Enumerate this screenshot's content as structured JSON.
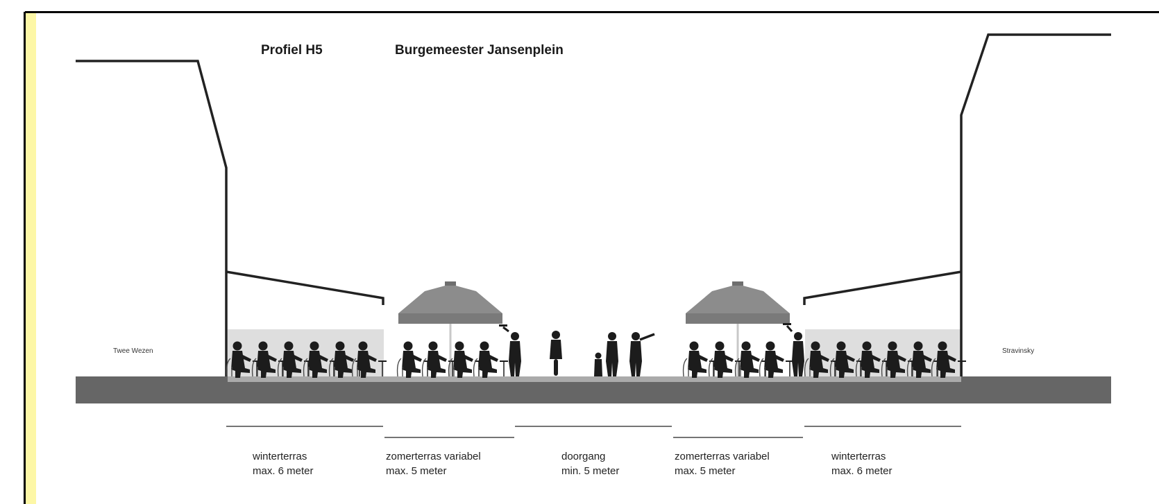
{
  "title": {
    "profile": "Profiel H5",
    "location": "Burgemeester Jansenplein"
  },
  "buildings": {
    "left": "Twee Wezen",
    "right": "Stravinsky"
  },
  "zones": [
    {
      "name": "winterterras",
      "size": "max. 6 meter"
    },
    {
      "name": "zomerterras variabel",
      "size": "max. 5 meter"
    },
    {
      "name": "doorgang",
      "size": "min. 5 meter"
    },
    {
      "name": "zomerterras variabel",
      "size": "max. 5 meter"
    },
    {
      "name": "winterterras",
      "size": "max. 6 meter"
    }
  ],
  "colors": {
    "frame": "#000000",
    "left_margin": "#fdf7a6",
    "ground": "#666666",
    "walkway": "#aaaaaa",
    "winterterras_fill": "#dedede",
    "umbrella": "#8c8c8c",
    "silhouette": "#1c1c1c"
  }
}
